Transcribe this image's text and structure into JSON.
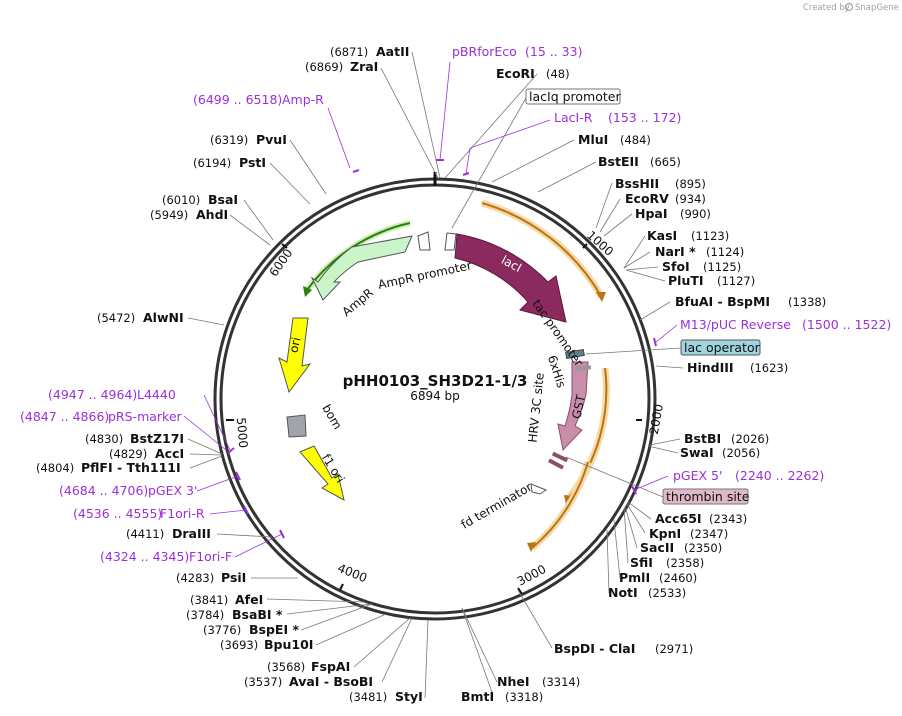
{
  "credit": {
    "prefix": "Created by",
    "brand": "SnapGene"
  },
  "plasmid": {
    "name": "pHH0103_SH3D21-1/3",
    "size_label": "6894 bp",
    "length": 6894
  },
  "ticks": [
    "1000",
    "2000",
    "3000",
    "4000",
    "5000",
    "6000"
  ],
  "sites": [
    {
      "pos": "(6871)",
      "name": "AatII"
    },
    {
      "pos": "(6869)",
      "name": "ZraI"
    },
    {
      "name": "EcoRI",
      "pos": "(48)"
    },
    {
      "name": "MluI",
      "pos": "(484)"
    },
    {
      "name": "BstEII",
      "pos": "(665)"
    },
    {
      "name": "BssHII",
      "pos": "(895)"
    },
    {
      "name": "EcoRV",
      "pos": "(934)"
    },
    {
      "name": "HpaI",
      "pos": "(990)"
    },
    {
      "name": "KasI",
      "pos": "(1123)"
    },
    {
      "name": "NarI *",
      "pos": "(1124)"
    },
    {
      "name": "SfoI",
      "pos": "(1125)"
    },
    {
      "name": "PluTI",
      "pos": "(1127)"
    },
    {
      "name": "BfuAI  -  BspMI",
      "pos": "(1338)"
    },
    {
      "name": "HindIII",
      "pos": "(1623)"
    },
    {
      "name": "BstBI",
      "pos": "(2026)"
    },
    {
      "name": "SwaI",
      "pos": "(2056)"
    },
    {
      "name": "Acc65I",
      "pos": "(2343)"
    },
    {
      "name": "KpnI",
      "pos": "(2347)"
    },
    {
      "name": "SacII",
      "pos": "(2350)"
    },
    {
      "name": "SfiI",
      "pos": "(2358)"
    },
    {
      "name": "PmlI",
      "pos": "(2460)"
    },
    {
      "name": "NotI",
      "pos": "(2533)"
    },
    {
      "name": "BspDI  -  ClaI",
      "pos": "(2971)"
    },
    {
      "name": "NheI",
      "pos": "(3314)"
    },
    {
      "name": "BmtI",
      "pos": "(3318)"
    },
    {
      "pos": "(3481)",
      "name": "StyI"
    },
    {
      "pos": "(3537)",
      "name": "AvaI  -  BsoBI"
    },
    {
      "pos": "(3568)",
      "name": "FspAI"
    },
    {
      "pos": "(3693)",
      "name": "Bpu10I"
    },
    {
      "pos": "(3776)",
      "name": "BspEI *"
    },
    {
      "pos": "(3784)",
      "name": "BsaBI *"
    },
    {
      "pos": "(3841)",
      "name": "AfeI"
    },
    {
      "pos": "(4283)",
      "name": "PsiI"
    },
    {
      "pos": "(4411)",
      "name": "DraIII"
    },
    {
      "pos": "(4804)",
      "name": "PflFI  -  Tth111I"
    },
    {
      "pos": "(4829)",
      "name": "AccI"
    },
    {
      "pos": "(4830)",
      "name": "BstZ17I"
    },
    {
      "pos": "(5472)",
      "name": "AlwNI"
    },
    {
      "pos": "(5949)",
      "name": "AhdI"
    },
    {
      "pos": "(6010)",
      "name": "BsaI"
    },
    {
      "pos": "(6194)",
      "name": "PstI"
    },
    {
      "pos": "(6319)",
      "name": "PvuI"
    }
  ],
  "primers": [
    {
      "name": "pBRforEco",
      "range": "(15 .. 33)"
    },
    {
      "name": "LacI-R",
      "range": "(153 .. 172)"
    },
    {
      "name": "M13/pUC Reverse",
      "range": "(1500 .. 1522)"
    },
    {
      "name": "pGEX 5'",
      "range": "(2240 .. 2262)"
    },
    {
      "name": "Amp-R",
      "range": "(6499 .. 6518)"
    },
    {
      "name": "L4440",
      "range": "(4947 .. 4964)"
    },
    {
      "name": "pRS-marker",
      "range": "(4847 .. 4866)"
    },
    {
      "name": "pGEX 3'",
      "range": "(4684 .. 4706)"
    },
    {
      "name": "F1ori-R",
      "range": "(4536 .. 4555)"
    },
    {
      "name": "F1ori-F",
      "range": "(4324 .. 4345)"
    }
  ],
  "boxed": [
    {
      "label": "lacIq promoter",
      "bg": "#ffffff",
      "border": "#777777"
    },
    {
      "label": "lac operator",
      "bg": "#9fd3e0",
      "border": "#555555"
    },
    {
      "label": "thrombin site",
      "bg": "#e0b8c8",
      "border": "#777777"
    }
  ],
  "features": {
    "lacI": "lacI",
    "tac_promoter": "tac promoter",
    "sixhis": "6xHis",
    "hrv": "HRV 3C site",
    "gst": "GST",
    "fd_terminator": "fd terminator",
    "ampr": "AmpR",
    "ampr_promoter": "AmpR promoter",
    "ori": "ori",
    "bom": "bom",
    "f1ori": "f1 ori"
  },
  "colors": {
    "backbone": "#333333",
    "lacI": "#8b2a5e",
    "gst": "#c98faa",
    "ampr": "#c9f5c9",
    "ori": "#ffff00",
    "orf_arc": "#f5a623",
    "primer": "#9b30d9",
    "bom": "#a0a4ab"
  }
}
